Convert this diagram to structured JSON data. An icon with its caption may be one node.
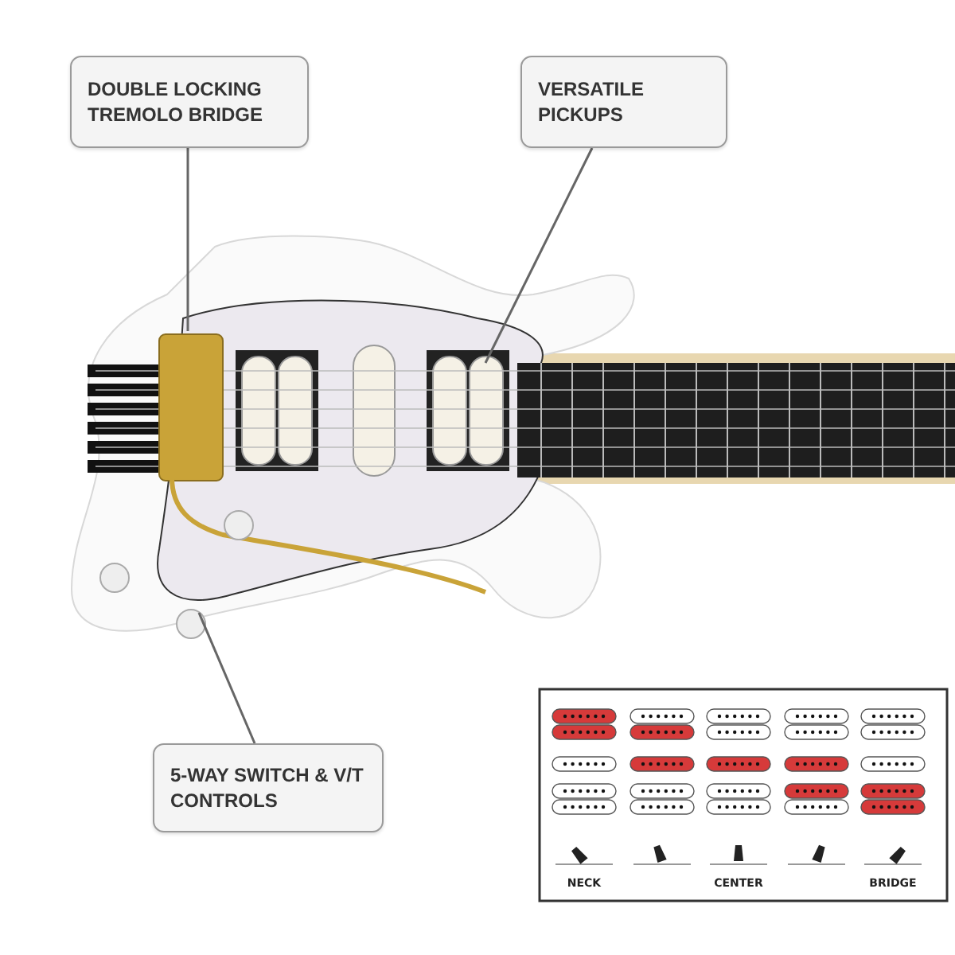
{
  "diagram": {
    "nodes": [
      {
        "text": [
          "DOUBLE LOCKING TREMOLO BRIDGE"
        ]
      },
      {
        "text": [
          "VERSATILE PICKUPS"
        ]
      },
      {
        "text": [
          "5-WAY SWITCH & V/T CONTROLS"
        ]
      }
    ],
    "edges": [
      {
        "from": 0,
        "to": null,
        "arrow": "none"
      },
      {
        "from": 1,
        "to": null,
        "arrow": "none"
      },
      {
        "from": 2,
        "to": null,
        "arrow": "none"
      }
    ],
    "labels": [
      "NECK",
      "CENTER",
      "BRIDGE"
    ]
  }
}
